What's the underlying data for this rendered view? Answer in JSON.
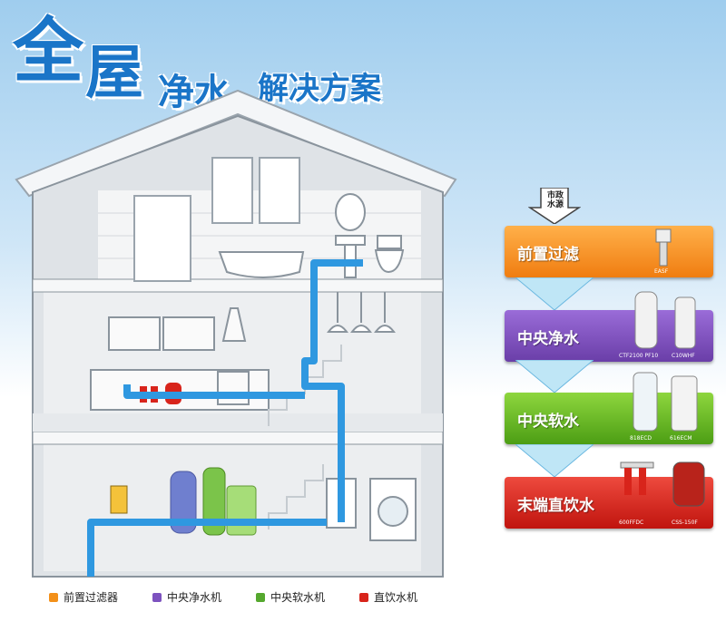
{
  "title": {
    "part1": "全",
    "part2": "屋",
    "part3": "净水",
    "part4": "解决方案"
  },
  "flow": {
    "source_label_line1": "市政",
    "source_label_line2": "水源",
    "steps": [
      {
        "label": "前置过滤",
        "color": "#f39019",
        "products": [
          "EASF"
        ]
      },
      {
        "label": "中央净水",
        "color": "#7d52bf",
        "products": [
          "CTF2100 PF10",
          "C10WHF"
        ]
      },
      {
        "label": "中央软水",
        "color": "#6cbb27",
        "products": [
          "818ECD",
          "616ECM"
        ]
      },
      {
        "label": "末端直饮水",
        "color": "#d8241b",
        "products": [
          "600FFDC",
          "CSS-150F"
        ]
      }
    ]
  },
  "legend": [
    {
      "label": "前置过滤器",
      "color": "#f39019"
    },
    {
      "label": "中央净水机",
      "color": "#7d52bf"
    },
    {
      "label": "中央软水机",
      "color": "#55a82e"
    },
    {
      "label": "直饮水机",
      "color": "#d8241b"
    }
  ],
  "icons": {
    "house": "house-cutaway-illustration",
    "arrow": "down-arrow-icon"
  }
}
